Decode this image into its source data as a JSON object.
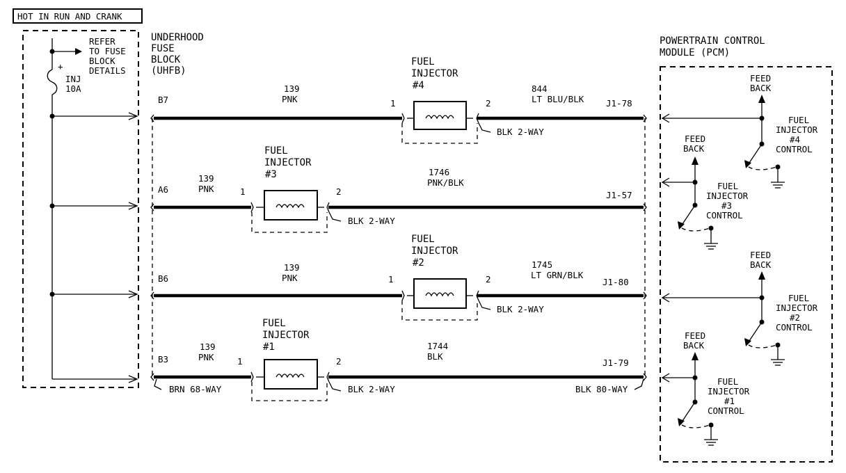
{
  "header": {
    "hot_label": "HOT IN RUN AND CRANK"
  },
  "fuse_block": {
    "name_line1": "UNDERHOOD",
    "name_line2": "FUSE",
    "name_line3": "BLOCK",
    "name_line4": "(UHFB)",
    "refer_line1": "REFER",
    "refer_line2": "TO FUSE",
    "refer_line3": "BLOCK",
    "refer_line4": "DETAILS",
    "fuse_line1": "INJ",
    "fuse_line2": "10A",
    "fuse_plus": "+"
  },
  "pcm": {
    "title_line1": "POWERTRAIN CONTROL",
    "title_line2": "MODULE (PCM)"
  },
  "circuits": [
    {
      "row": "injector4",
      "fuse_pin": "B7",
      "wire_num": "139",
      "wire_color": "PNK",
      "injector_l1": "FUEL",
      "injector_l2": "INJECTOR",
      "injector_num": "#4",
      "pin1": "1",
      "pin2": "2",
      "connector": "BLK 2-WAY",
      "pcm_wire_num": "844",
      "pcm_wire_color": "LT BLU/BLK",
      "pcm_pin": "J1-78",
      "feed1": "FEED",
      "feed2": "BACK",
      "ctrl1": "FUEL",
      "ctrl2": "INJECTOR",
      "ctrl3": "#4",
      "ctrl4": "CONTROL"
    },
    {
      "row": "injector3",
      "fuse_pin": "A6",
      "wire_num": "139",
      "wire_color": "PNK",
      "injector_l1": "FUEL",
      "injector_l2": "INJECTOR",
      "injector_num": "#3",
      "pin1": "1",
      "pin2": "2",
      "connector": "BLK 2-WAY",
      "pcm_wire_num": "1746",
      "pcm_wire_color": "PNK/BLK",
      "pcm_pin": "J1-57",
      "feed1": "FEED",
      "feed2": "BACK",
      "ctrl1": "FUEL",
      "ctrl2": "INJECTOR",
      "ctrl3": "#3",
      "ctrl4": "CONTROL"
    },
    {
      "row": "injector2",
      "fuse_pin": "B6",
      "wire_num": "139",
      "wire_color": "PNK",
      "injector_l1": "FUEL",
      "injector_l2": "INJECTOR",
      "injector_num": "#2",
      "pin1": "1",
      "pin2": "2",
      "connector": "BLK 2-WAY",
      "pcm_wire_num": "1745",
      "pcm_wire_color": "LT GRN/BLK",
      "pcm_pin": "J1-80",
      "feed1": "FEED",
      "feed2": "BACK",
      "ctrl1": "FUEL",
      "ctrl2": "INJECTOR",
      "ctrl3": "#2",
      "ctrl4": "CONTROL"
    },
    {
      "row": "injector1",
      "fuse_pin": "B3",
      "wire_num": "139",
      "wire_color": "PNK",
      "injector_l1": "FUEL",
      "injector_l2": "INJECTOR",
      "injector_num": "#1",
      "pin1": "1",
      "pin2": "2",
      "connector": "BLK 2-WAY",
      "pcm_wire_num": "1744",
      "pcm_wire_color": "BLK",
      "pcm_pin": "J1-79",
      "feed1": "FEED",
      "feed2": "BACK",
      "ctrl1": "FUEL",
      "ctrl2": "INJECTOR",
      "ctrl3": "#1",
      "ctrl4": "CONTROL"
    }
  ],
  "connectors": {
    "left": "BRN 68-WAY",
    "right": "BLK 80-WAY"
  }
}
